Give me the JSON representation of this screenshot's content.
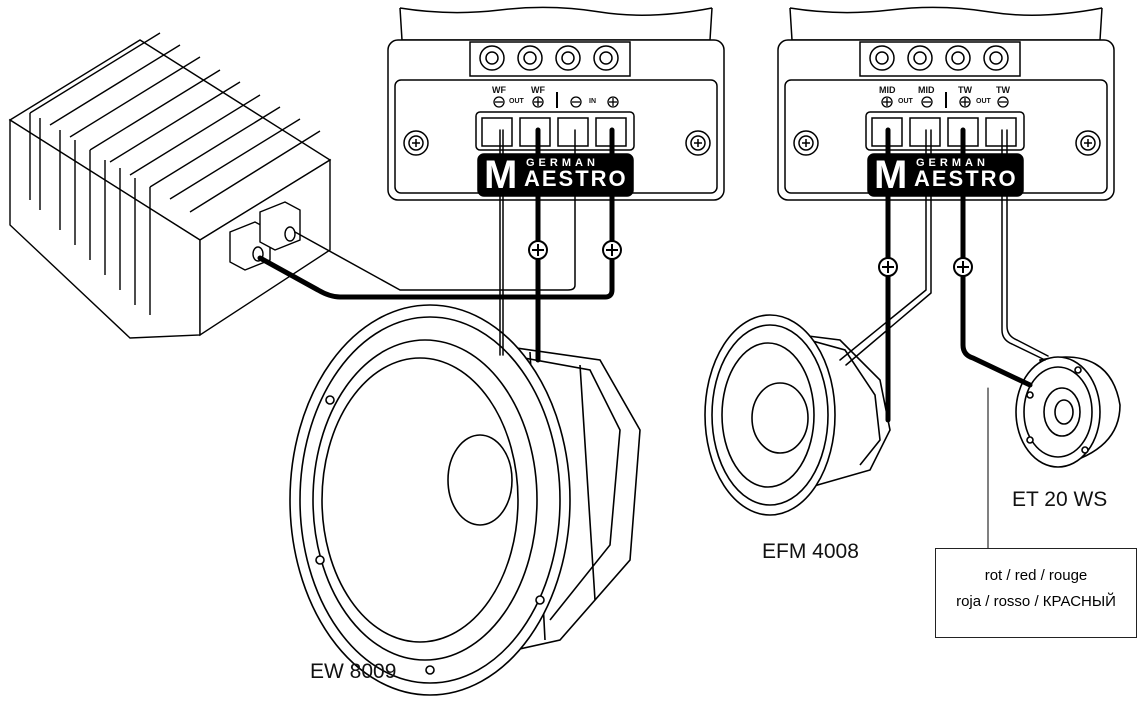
{
  "crossover_left": {
    "terminals": {
      "wf_neg": "WF",
      "wf_pos": "WF",
      "out": "OUT",
      "in": "IN"
    },
    "brand_top": "GERMAN",
    "brand_bottom": "AESTRO",
    "brand_letter": "M"
  },
  "crossover_right": {
    "terminals": {
      "mid_pos": "MID",
      "mid_neg": "MID",
      "tw_pos": "TW",
      "tw_neg": "TW",
      "out_mid": "OUT",
      "out_tw": "OUT"
    },
    "brand_top": "GERMAN",
    "brand_bottom": "AESTRO",
    "brand_letter": "M"
  },
  "speakers": {
    "woofer": "EW 8009",
    "midrange": "EFM 4008",
    "tweeter": "ET 20 WS"
  },
  "legend": {
    "line1": "rot / red / rouge",
    "line2": "roja / rosso / КРАСНЫЙ"
  }
}
